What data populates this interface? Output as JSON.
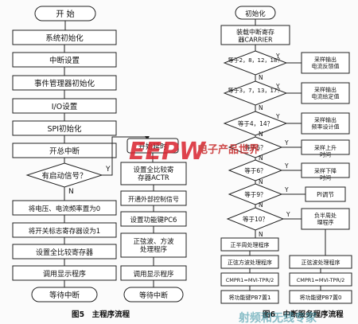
{
  "left_flow": {
    "start": "开 始",
    "steps": [
      "系统初始化",
      "中断设置",
      "事件管理器初始化",
      "I/O设置",
      "SPI初始化",
      "开总中断"
    ],
    "decision": "有启动信号？",
    "decision_yes": "Y",
    "decision_no": "N",
    "after_steps": [
      "将电压、电流频率置为0",
      "将开关标志寄存器设为1",
      "设置全比较寄存器",
      "调用显示程序"
    ],
    "wait": "等待中断"
  },
  "middle_flow": {
    "steps": [
      "开始延时",
      "设置全比较寄存器ACTR",
      "开通外部控制信号",
      "设置功能键PC6",
      "正弦波、方波处理程序",
      "调用显示程序"
    ],
    "wait": "等待中断"
  },
  "right_flow": {
    "start": "初始化",
    "load": "装载中断寄存器CARRIER",
    "decisions": [
      {
        "q": "等于2，8，12，18？",
        "action": "采样输出电流反馈值"
      },
      {
        "q": "等于3，7，13，17？",
        "action": "采样输出电流给定值"
      },
      {
        "q": "等于4，14？",
        "action": "采样输出频率设计值"
      },
      {
        "q": "等于5？",
        "action": "采样上升时间"
      },
      {
        "q": "等于6？",
        "action": "采样下降时间"
      },
      {
        "q": "等于9？",
        "action": "PI调节"
      },
      {
        "q": "等于10？",
        "action": "负半周处理程序"
      }
    ],
    "yes": "Y",
    "no": "N",
    "bottom_left": [
      "正半周处理程序",
      "正弦方波处理程序",
      "CMPR1=MVI-TPR/2",
      "将功能键PB7置1"
    ],
    "bottom_right": [
      "正弦波处理程序",
      "CMPR1=MVI-TPR/2",
      "将功能键PB7置0"
    ]
  },
  "captions": {
    "fig5": "图5　主程序流程",
    "fig6": "图6　中断服务程序流程"
  },
  "watermark": {
    "brand": "EEPW",
    "tag": "电子产品世界",
    "overlay": "射频和无线专家"
  }
}
